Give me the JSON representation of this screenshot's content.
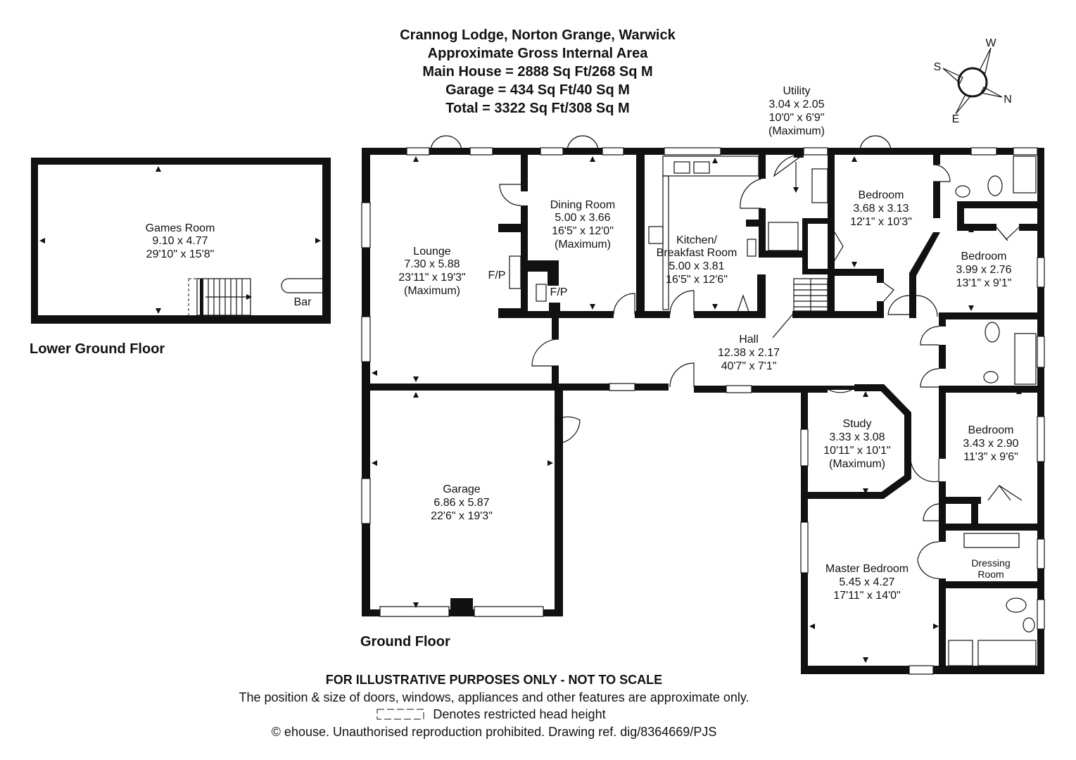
{
  "header": {
    "line1": "Crannog Lodge, Norton Grange, Warwick",
    "line2": "Approximate Gross Internal Area",
    "line3": "Main House = 2888 Sq Ft/268 Sq M",
    "line4": "Garage = 434 Sq Ft/40 Sq M",
    "line5": "Total = 3322 Sq Ft/308 Sq M"
  },
  "compass": {
    "n": "N",
    "s": "S",
    "e": "E",
    "w": "W"
  },
  "floors": {
    "lower": "Lower Ground Floor",
    "ground": "Ground Floor"
  },
  "rooms": {
    "games": {
      "name": "Games Room",
      "metric": "9.10 x 4.77",
      "imperial": "29'10\" x 15'8\""
    },
    "bar": "Bar",
    "lounge": {
      "name": "Lounge",
      "metric": "7.30 x 5.88",
      "imperial": "23'11\" x 19'3\"",
      "note": "(Maximum)"
    },
    "fp1": "F/P",
    "fp2": "F/P",
    "dining": {
      "name": "Dining Room",
      "metric": "5.00 x 3.66",
      "imperial": "16'5\" x 12'0\"",
      "note": "(Maximum)"
    },
    "kitchen": {
      "name1": "Kitchen/",
      "name2": "Breakfast Room",
      "metric": "5.00 x 3.81",
      "imperial": "16'5\" x 12'6\""
    },
    "utility": {
      "name": "Utility",
      "metric": "3.04 x 2.05",
      "imperial": "10'0\" x 6'9\"",
      "note": "(Maximum)"
    },
    "bedroom1": {
      "name": "Bedroom",
      "metric": "3.68 x 3.13",
      "imperial": "12'1\" x 10'3\""
    },
    "bedroom2": {
      "name": "Bedroom",
      "metric": "3.99 x 2.76",
      "imperial": "13'1\" x 9'1\""
    },
    "hall": {
      "name": "Hall",
      "metric": "12.38 x 2.17",
      "imperial": "40'7\" x 7'1\""
    },
    "study": {
      "name": "Study",
      "metric": "3.33 x 3.08",
      "imperial": "10'11\" x 10'1\"",
      "note": "(Maximum)"
    },
    "bedroom3": {
      "name": "Bedroom",
      "metric": "3.43 x 2.90",
      "imperial": "11'3\" x 9'6\""
    },
    "garage": {
      "name": "Garage",
      "metric": "6.86 x 5.87",
      "imperial": "22'6\" x 19'3\""
    },
    "master": {
      "name": "Master Bedroom",
      "metric": "5.45 x 4.27",
      "imperial": "17'11\" x 14'0\""
    },
    "dressing": {
      "name1": "Dressing",
      "name2": "Room"
    }
  },
  "footer": {
    "disclaimer": "FOR ILLUSTRATIVE PURPOSES ONLY - NOT TO SCALE",
    "note": "The position & size of doors, windows, appliances and other features are approximate only.",
    "restricted": "Denotes restricted head height",
    "copyright": "© ehouse. Unauthorised reproduction prohibited. Drawing ref. dig/8364669/PJS"
  }
}
